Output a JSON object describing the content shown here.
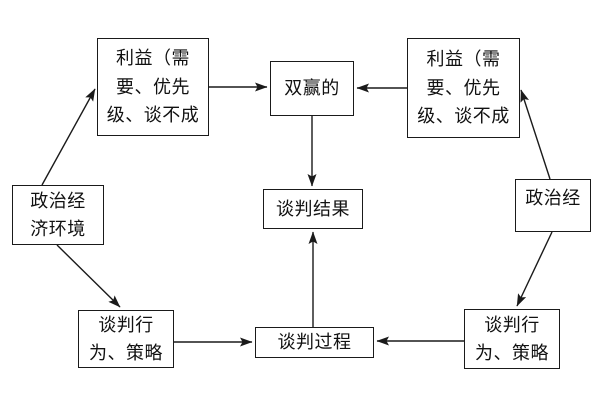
{
  "diagram": {
    "background_color": "#ffffff",
    "line_color": "#1a1a1a",
    "box_border_color": "#1a1a1a",
    "text_color": "#111111",
    "nodes": {
      "interest_left": {
        "label": "利益（需\n要、优先\n级、谈不成"
      },
      "win_win": {
        "label": "双赢的"
      },
      "interest_right": {
        "label": "利益（需\n要、优先\n级、谈不成"
      },
      "env_left": {
        "label": "政治经\n济环境"
      },
      "env_right": {
        "label": "政治经"
      },
      "result": {
        "label": "谈判结果"
      },
      "behavior_left": {
        "label": "谈判行\n为、策略"
      },
      "process": {
        "label": "谈判过程"
      },
      "behavior_right": {
        "label": "谈判行\n为、策略"
      }
    },
    "edges": [
      {
        "from": "env_left",
        "to": "interest_left"
      },
      {
        "from": "interest_left",
        "to": "win_win"
      },
      {
        "from": "interest_right",
        "to": "win_win"
      },
      {
        "from": "env_right",
        "to": "interest_right"
      },
      {
        "from": "win_win",
        "to": "result"
      },
      {
        "from": "process",
        "to": "result"
      },
      {
        "from": "env_left",
        "to": "behavior_left"
      },
      {
        "from": "behavior_left",
        "to": "process"
      },
      {
        "from": "env_right",
        "to": "behavior_right"
      },
      {
        "from": "behavior_right",
        "to": "process"
      }
    ]
  }
}
